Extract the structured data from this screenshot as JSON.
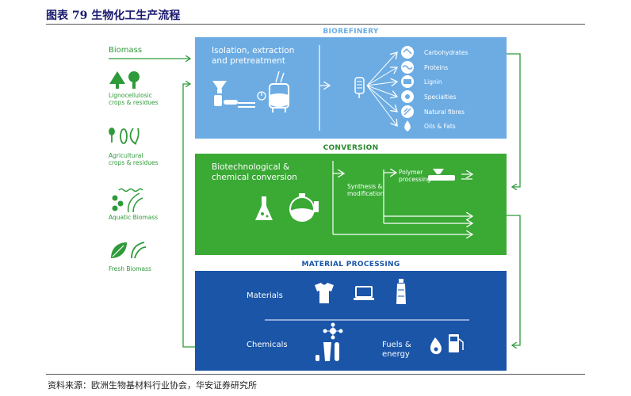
{
  "figure_title": "图表 79  生物化工生产流程",
  "source": "资料来源：欧洲生物基材料行业协会，华安证券研究所",
  "biomass": {
    "title": "Biomass",
    "types": [
      {
        "label": "Lignocellulosic crops & residues",
        "line1": "Lignocellulosic",
        "line2": "crops & residues"
      },
      {
        "label": "Agricultural crops & residues",
        "line1": "Agricultural",
        "line2": "crops & residues"
      },
      {
        "label": "Aquatic Biomass",
        "line1": "Aquatic Biomass",
        "line2": ""
      },
      {
        "label": "Fresh Biomass",
        "line1": "Fresh Biomass",
        "line2": ""
      }
    ]
  },
  "biorefinery": {
    "section_label": "BIOREFINERY",
    "stage_line1": "Isolation, extraction",
    "stage_line2": "and pretreatment",
    "outputs": [
      "Carbohydrates",
      "Proteins",
      "Lignin",
      "Specialties",
      "Natural fibres",
      "Oils & Fats"
    ]
  },
  "conversion": {
    "section_label": "CONVERSION",
    "stage_line1": "Biotechnological &",
    "stage_line2": "chemical conversion",
    "synthesis_line1": "Synthesis &",
    "synthesis_line2": "modification",
    "polymer_line1": "Polymer",
    "polymer_line2": "processing"
  },
  "material_processing": {
    "section_label": "MATERIAL PROCESSING",
    "materials": "Materials",
    "chemicals": "Chemicals",
    "fuels_line1": "Fuels &",
    "fuels_line2": "energy"
  },
  "colors": {
    "title_navy": "#1a1a6e",
    "biorefinery_blue": "#6cace3",
    "conversion_green": "#3aaa35",
    "material_blue": "#1a55a8",
    "biomass_green": "#2f9a3a"
  }
}
